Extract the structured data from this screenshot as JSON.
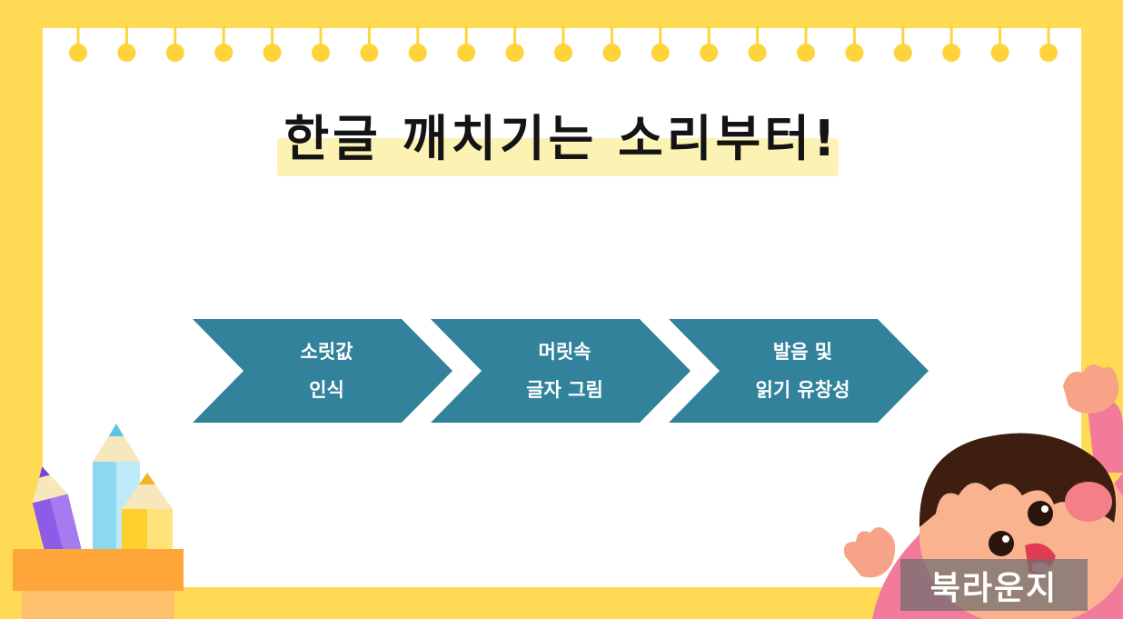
{
  "title": "한글 깨치기는 소리부터!",
  "steps": [
    {
      "line1": "소릿값",
      "line2": "인식"
    },
    {
      "line1": "머릿속",
      "line2": "글자 그림"
    },
    {
      "line1": "발음 및",
      "line2": "읽기 유창성"
    }
  ],
  "watermark": "북라운지",
  "colors": {
    "background": "#FFDA55",
    "paper": "#FFFFFF",
    "step_fill": "#32829C",
    "highlight": "#FBF0A6"
  },
  "icons": [
    "pencil-cup-illustration",
    "waving-child-illustration",
    "binder-ring-icon"
  ]
}
